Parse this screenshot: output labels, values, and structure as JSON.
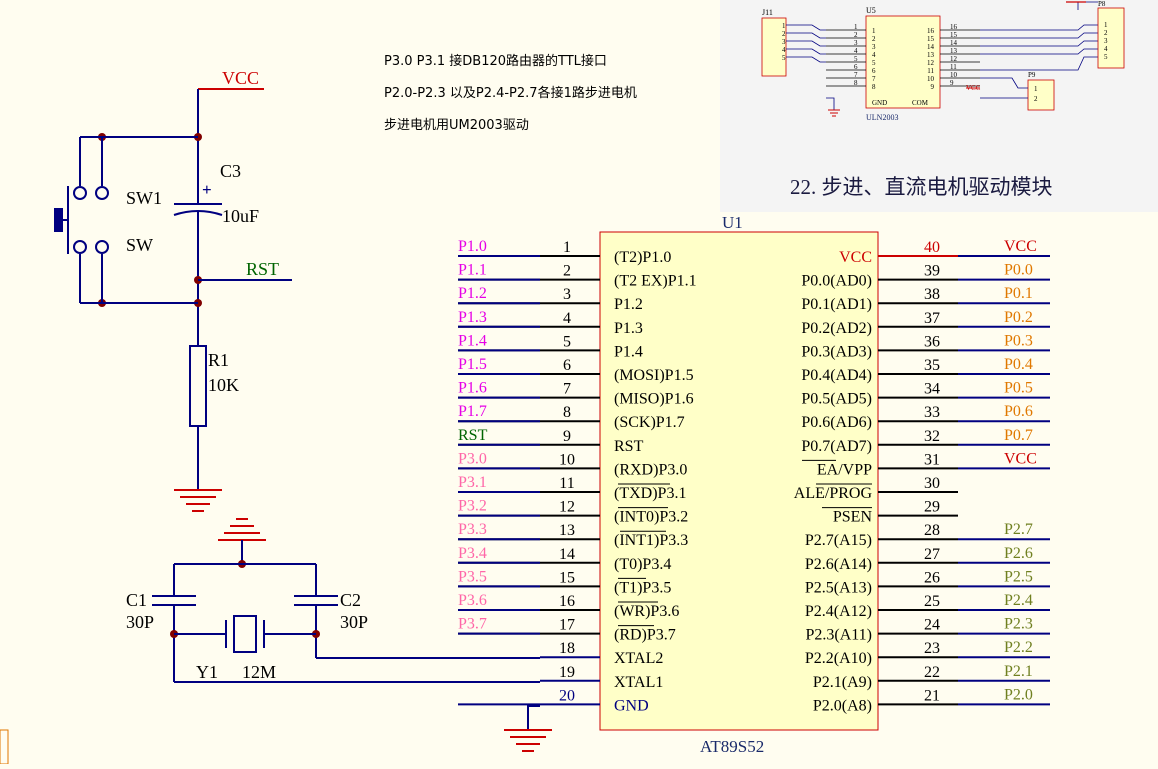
{
  "colors": {
    "paper": "#fffdf0",
    "wire": "#000080",
    "power": "#cc0000",
    "ground": "#cc0000",
    "pin": "#000000",
    "chip_fill": "#ffffc8",
    "chip_stroke": "#cc0000",
    "text": "#000000",
    "reset_net": "#006400",
    "p1_net": "#e600e6",
    "p3_net": "#ff66a8",
    "p0_net": "#e07800",
    "p2_net": "#708020",
    "vcc_net": "#cc0000",
    "part_label": "#1a2a6a",
    "module_caption": "#1a1a40"
  },
  "notes": [
    "P3.0 P3.1 接DB120路由器的TTL接口",
    "P2.0-P2.3 以及P2.4-P2.7各接1路步进电机",
    "步进电机用UM2003驱动"
  ],
  "module_caption": "22. 步进、直流电机驱动模块",
  "inset": {
    "j11": "J11",
    "u5": "U5",
    "p8": "P8",
    "p9": "P9",
    "vcc": "VCC",
    "gnd": "GND",
    "com": "COM",
    "part": "ULN2003",
    "j11_pins": [
      "1",
      "2",
      "3",
      "4",
      "5"
    ],
    "u5_left_pins": [
      "1",
      "2",
      "3",
      "4",
      "5",
      "6",
      "7",
      "8"
    ],
    "u5_right_pins": [
      "16",
      "15",
      "14",
      "13",
      "12",
      "11",
      "10",
      "9"
    ],
    "u5_right_wires": [
      "16",
      "15",
      "14",
      "13",
      "12",
      "11",
      "10",
      "9"
    ],
    "p8_pins": [
      "1",
      "2",
      "3",
      "4",
      "5"
    ],
    "p9_pins": [
      "1",
      "2"
    ]
  },
  "reset": {
    "vcc": "VCC",
    "c3": "C3",
    "c3_value": "10uF",
    "plus": "+",
    "sw1": "SW1",
    "sw": "SW",
    "rst": "RST",
    "r1": "R1",
    "r1_value": "10K"
  },
  "crystal": {
    "c1": "C1",
    "c1_value": "30P",
    "c2": "C2",
    "c2_value": "30P",
    "y1": "Y1",
    "y1_value": "12M"
  },
  "chip": {
    "ref": "U1",
    "part": "AT89S52",
    "left": [
      {
        "num": "1",
        "name": "(T2)P1.0",
        "net": "P1.0",
        "net_color": "p1"
      },
      {
        "num": "2",
        "name": "(T2 EX)P1.1",
        "net": "P1.1",
        "net_color": "p1"
      },
      {
        "num": "3",
        "name": "P1.2",
        "net": "P1.2",
        "net_color": "p1"
      },
      {
        "num": "4",
        "name": "P1.3",
        "net": "P1.3",
        "net_color": "p1"
      },
      {
        "num": "5",
        "name": "P1.4",
        "net": "P1.4",
        "net_color": "p1"
      },
      {
        "num": "6",
        "name": "(MOSI)P1.5",
        "net": "P1.5",
        "net_color": "p1"
      },
      {
        "num": "7",
        "name": "(MISO)P1.6",
        "net": "P1.6",
        "net_color": "p1"
      },
      {
        "num": "8",
        "name": "(SCK)P1.7",
        "net": "P1.7",
        "net_color": "p1"
      },
      {
        "num": "9",
        "name": "RST",
        "net": "RST",
        "net_color": "rst"
      },
      {
        "num": "10",
        "name": "(RXD)P3.0",
        "net": "P3.0",
        "net_color": "p3"
      },
      {
        "num": "11",
        "name": "(TXD)P3.1",
        "net": "P3.1",
        "net_color": "p3"
      },
      {
        "num": "12",
        "name": "(INT0)P3.2",
        "net": "P3.2",
        "net_color": "p3"
      },
      {
        "num": "13",
        "name": "(INT1)P3.3",
        "net": "P3.3",
        "net_color": "p3"
      },
      {
        "num": "14",
        "name": "(T0)P3.4",
        "net": "P3.4",
        "net_color": "p3"
      },
      {
        "num": "15",
        "name": "(T1)P3.5",
        "net": "P3.5",
        "net_color": "p3"
      },
      {
        "num": "16",
        "name": "(WR)P3.6",
        "net": "P3.6",
        "net_color": "p3"
      },
      {
        "num": "17",
        "name": "(RD)P3.7",
        "net": "P3.7",
        "net_color": "p3"
      },
      {
        "num": "18",
        "name": "XTAL2",
        "net": "",
        "net_color": "p3"
      },
      {
        "num": "19",
        "name": "XTAL1",
        "net": "",
        "net_color": "p3"
      },
      {
        "num": "20",
        "name": "GND",
        "net": "",
        "net_color": "p3"
      }
    ],
    "right": [
      {
        "num": "40",
        "name": "VCC",
        "net": "VCC",
        "net_color": "vcc"
      },
      {
        "num": "39",
        "name": "P0.0(AD0)",
        "net": "P0.0",
        "net_color": "p0"
      },
      {
        "num": "38",
        "name": "P0.1(AD1)",
        "net": "P0.1",
        "net_color": "p0"
      },
      {
        "num": "37",
        "name": "P0.2(AD2)",
        "net": "P0.2",
        "net_color": "p0"
      },
      {
        "num": "36",
        "name": "P0.3(AD3)",
        "net": "P0.3",
        "net_color": "p0"
      },
      {
        "num": "35",
        "name": "P0.4(AD4)",
        "net": "P0.4",
        "net_color": "p0"
      },
      {
        "num": "34",
        "name": "P0.5(AD5)",
        "net": "P0.5",
        "net_color": "p0"
      },
      {
        "num": "33",
        "name": "P0.6(AD6)",
        "net": "P0.6",
        "net_color": "p0"
      },
      {
        "num": "32",
        "name": "P0.7(AD7)",
        "net": "P0.7",
        "net_color": "p0"
      },
      {
        "num": "31",
        "name": "EA/VPP",
        "net": "VCC",
        "net_color": "vcc"
      },
      {
        "num": "30",
        "name": "ALE/PROG",
        "net": "",
        "net_color": "p0"
      },
      {
        "num": "29",
        "name": "PSEN",
        "net": "",
        "net_color": "p0"
      },
      {
        "num": "28",
        "name": "P2.7(A15)",
        "net": "P2.7",
        "net_color": "p2"
      },
      {
        "num": "27",
        "name": "P2.6(A14)",
        "net": "P2.6",
        "net_color": "p2"
      },
      {
        "num": "26",
        "name": "P2.5(A13)",
        "net": "P2.5",
        "net_color": "p2"
      },
      {
        "num": "25",
        "name": "P2.4(A12)",
        "net": "P2.4",
        "net_color": "p2"
      },
      {
        "num": "24",
        "name": "P2.3(A11)",
        "net": "P2.3",
        "net_color": "p2"
      },
      {
        "num": "23",
        "name": "P2.2(A10)",
        "net": "P2.2",
        "net_color": "p2"
      },
      {
        "num": "22",
        "name": "P2.1(A9)",
        "net": "P2.1",
        "net_color": "p2"
      },
      {
        "num": "21",
        "name": "P2.0(A8)",
        "net": "P2.0",
        "net_color": "p2"
      }
    ]
  }
}
